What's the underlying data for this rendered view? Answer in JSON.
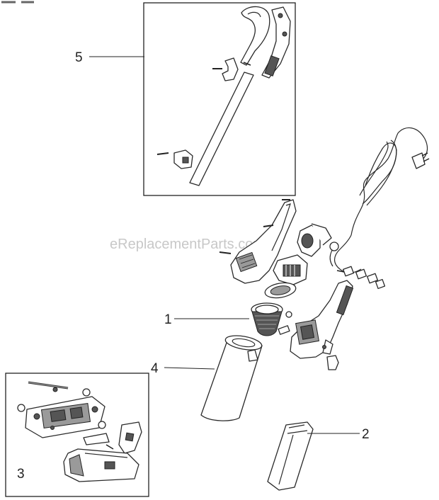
{
  "callouts": [
    {
      "id": "1",
      "label": "1"
    },
    {
      "id": "2",
      "label": "2"
    },
    {
      "id": "3",
      "label": "3"
    },
    {
      "id": "4",
      "label": "4"
    },
    {
      "id": "5",
      "label": "5"
    }
  ],
  "watermark": "eReplacementParts.com"
}
